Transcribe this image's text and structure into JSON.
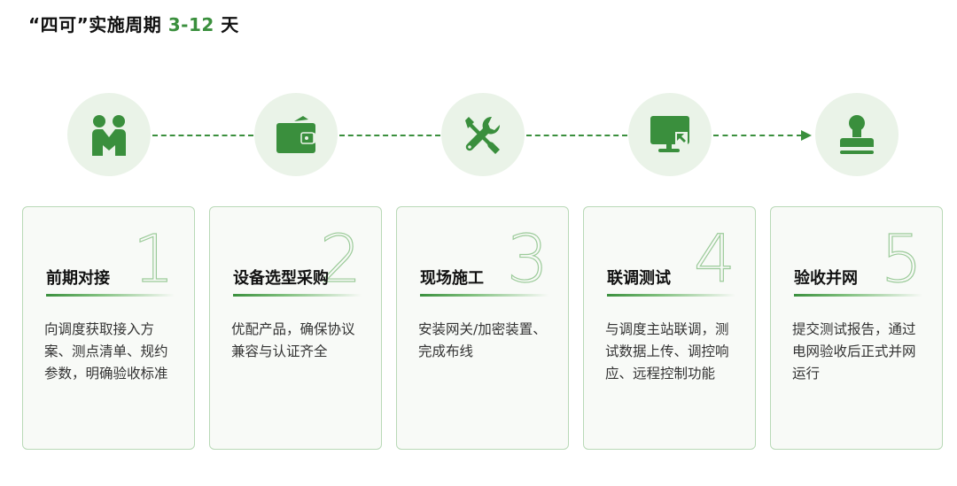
{
  "title": {
    "prefix": "“四可”实施周期 ",
    "range": "3-12",
    "suffix": " 天"
  },
  "colors": {
    "accent": "#3a8f3d",
    "circle_bg": "#eaf3e8",
    "card_border": "#b9d9b7",
    "card_bg": "#f8faf7"
  },
  "steps": [
    {
      "icon": "handshake-people-icon",
      "number": "1",
      "title": "前期对接",
      "desc": "向调度获取接入方案、测点清单、规约参数，明确验收标准"
    },
    {
      "icon": "wallet-icon",
      "number": "2",
      "title": "设备选型采购",
      "desc": "优配产品，确保协议兼容与认证齐全"
    },
    {
      "icon": "tools-icon",
      "number": "3",
      "title": "现场施工",
      "desc": "安装网关/加密装置、完成布线"
    },
    {
      "icon": "monitor-cursor-icon",
      "number": "4",
      "title": "联调测试",
      "desc": "与调度主站联调，测试数据上传、调控响应、远程控制功能"
    },
    {
      "icon": "stamp-icon",
      "number": "5",
      "title": "验收并网",
      "desc": "提交测试报告，通过电网验收后正式并网运行"
    }
  ]
}
